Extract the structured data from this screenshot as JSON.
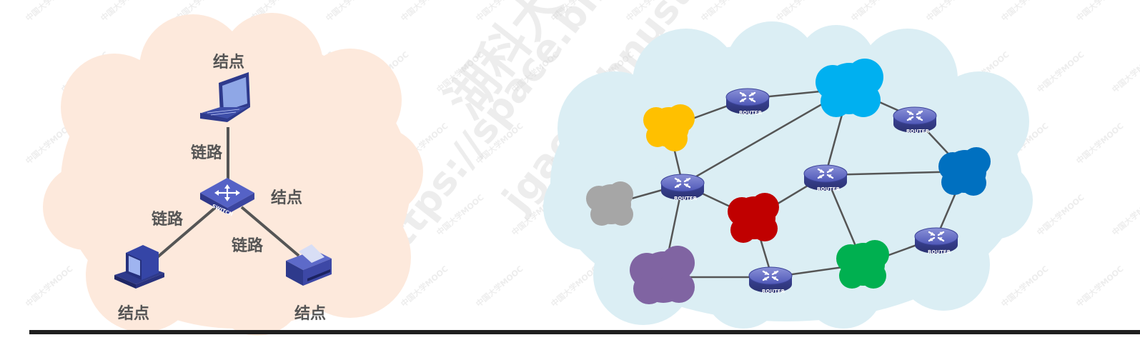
{
  "left_diagram": {
    "node_top": "结点",
    "node_bottom_left": "结点",
    "node_bottom_right": "结点",
    "node_right": "结点",
    "link_top": "链路",
    "link_left": "链路",
    "link_right": "链路",
    "switch_label": "SWITCH"
  },
  "right_diagram": {
    "router_label": "ROUTER",
    "cloud_colors": {
      "yellow": "#ffc000",
      "cyan": "#00b0f0",
      "blue": "#0070c0",
      "gray": "#a6a6a6",
      "red": "#c00000",
      "purple": "#8064a2",
      "green": "#00b050"
    }
  },
  "watermark": {
    "main": "湖科大教书匠",
    "url": "https://space.bilibili.com/",
    "email": "jgaoz@hnust.edu.cn",
    "tile": "中国大学MOOC"
  }
}
